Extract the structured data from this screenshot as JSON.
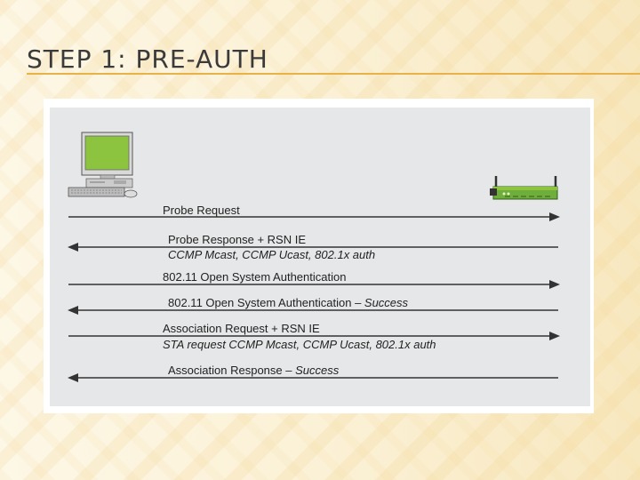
{
  "title": "STEP 1: PRE-AUTH",
  "colors": {
    "accent_rule": "#e8b24a",
    "screen": "#8cc43f",
    "router": "#6fae3a"
  },
  "messages": [
    {
      "line1_main": "Probe Request",
      "line1_italic": "",
      "line2": "",
      "direction": "right"
    },
    {
      "line1_main": "Probe Response + RSN IE",
      "line1_italic": "",
      "line2": "CCMP Mcast, CCMP Ucast, 802.1x auth",
      "direction": "left"
    },
    {
      "line1_main": "802.11 Open System Authentication",
      "line1_italic": "",
      "line2": "",
      "direction": "right"
    },
    {
      "line1_main": "802.11 Open System Authentication – ",
      "line1_italic": "Success",
      "line2": "",
      "direction": "left"
    },
    {
      "line1_main": "Association Request + RSN IE",
      "line1_italic": "",
      "line2": "STA request CCMP Mcast, CCMP Ucast, 802.1x auth",
      "direction": "right"
    },
    {
      "line1_main": "Association Response – ",
      "line1_italic": "Success",
      "line2": "",
      "direction": "left"
    }
  ],
  "icons": {
    "client": "desktop-computer-icon",
    "access_point": "wireless-router-icon"
  }
}
